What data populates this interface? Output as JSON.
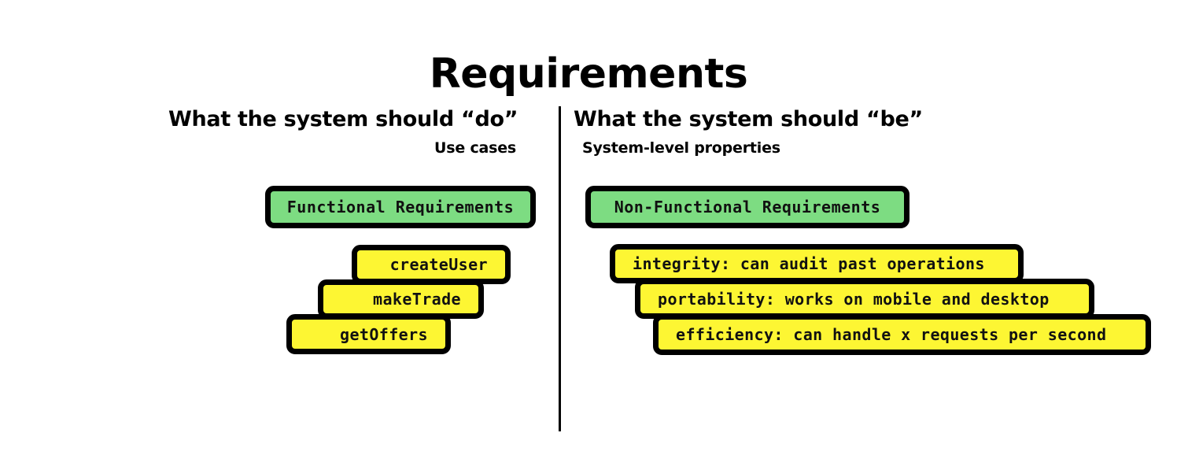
{
  "title": "Requirements",
  "columns": {
    "left": {
      "heading": "What the system should “do”",
      "subheading": "Use cases",
      "category_box": "Functional Requirements",
      "items": [
        {
          "label": "createUser"
        },
        {
          "label": "makeTrade"
        },
        {
          "label": "getOffers"
        }
      ]
    },
    "right": {
      "heading": "What the system should “be”",
      "subheading": "System-level properties",
      "category_box": "Non-Functional Requirements",
      "items": [
        {
          "label": "integrity: can audit past operations"
        },
        {
          "label": "portability: works on mobile and desktop"
        },
        {
          "label": "efficiency: can handle x requests per second"
        }
      ]
    }
  },
  "colors": {
    "background": "#ffffff",
    "text": "#000000",
    "category_box_fill": "#7ddc82",
    "item_box_fill": "#fdf633",
    "box_border": "#000000",
    "divider": "#000000"
  }
}
